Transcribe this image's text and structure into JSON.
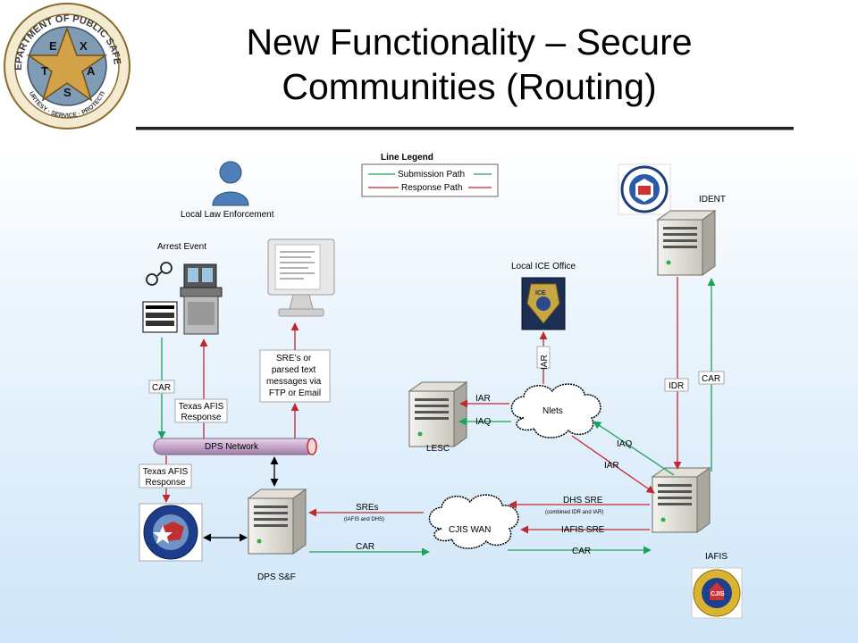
{
  "title": {
    "line1": "New Functionality – Secure",
    "line2": "Communities (Routing)"
  },
  "seal": {
    "text_top": "DEPARTMENT OF PUBLIC SAFETY",
    "text_bottom": "COURTESY · SERVICE · PROTECTION",
    "letters": [
      "T",
      "E",
      "X",
      "A",
      "S"
    ],
    "colors": {
      "ring": "#b58a2a",
      "star": "#d4a53c",
      "field": "#6f8fa8"
    }
  },
  "legend": {
    "title": "Line Legend",
    "submission": "Submission Path",
    "response": "Response Path",
    "colors": {
      "submission": "#1aa35a",
      "response": "#c0282d"
    }
  },
  "nodes": {
    "local_law": "Local Law Enforcement",
    "arrest_event": "Arrest Event",
    "local_ice": "Local ICE Office",
    "ident": "IDENT",
    "lesc": "LESC",
    "nlets": "Nlets",
    "dps_network": "DPS Network",
    "cjis_wan": "CJIS WAN",
    "dps_sf": "DPS S&F",
    "iafis": "IAFIS"
  },
  "labels": {
    "car_left": "CAR",
    "texas_afis_1": "Texas AFIS\nResponse",
    "texas_afis_2": "Texas AFIS\nResponse",
    "sre_box": "SRE’s or\nparsed text\nmessages via\nFTP or Email",
    "iar_ice": "IAR",
    "iar_lesc": "IAR",
    "iaq_lesc": "IAQ",
    "iaq_iafis": "IAQ",
    "iar_iafis": "IAR",
    "idr": "IDR",
    "car_ident": "CAR",
    "dhs_sre": "DHS SRE",
    "dhs_sre_note": "(combined IDR and IAR)",
    "iafis_sre": "IAFIS SRE",
    "car_iafis": "CAR",
    "sres": "SREs",
    "sres_note": "(IAFIS and DHS)",
    "car_dps": "CAR"
  },
  "icons": [
    "dps-seal-icon",
    "person-icon",
    "monitor-icon",
    "livescan-icon",
    "handcuffs-icon",
    "fingerprint-card-icon",
    "ice-badge-icon",
    "dhs-seal-icon",
    "server-icon",
    "cloud-icon",
    "texas-dps-logo-icon",
    "cjis-seal-icon"
  ]
}
